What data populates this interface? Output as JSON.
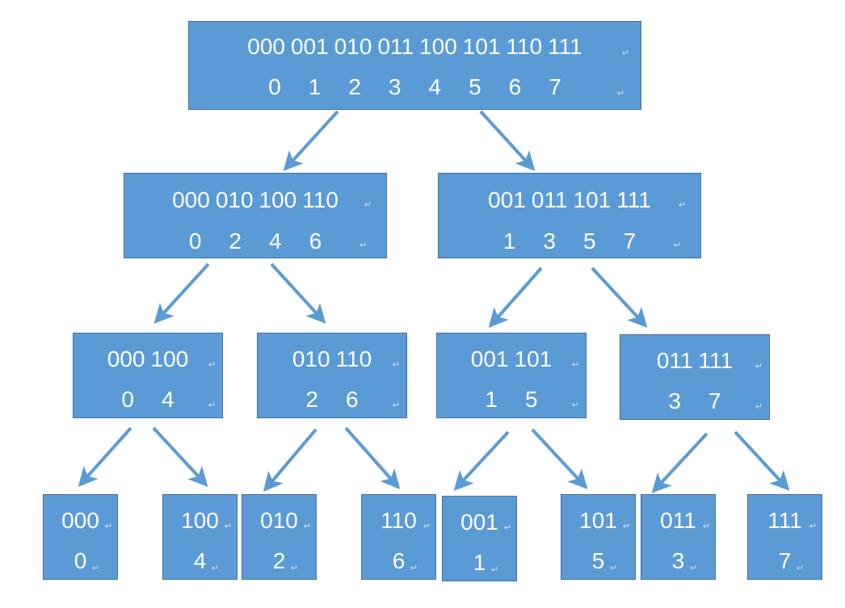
{
  "tree": {
    "root": {
      "codes": [
        "000",
        "001",
        "010",
        "011",
        "100",
        "101",
        "110",
        "111"
      ],
      "values": [
        "0",
        "1",
        "2",
        "3",
        "4",
        "5",
        "6",
        "7"
      ]
    },
    "level1": [
      {
        "codes": [
          "000",
          "010",
          "100",
          "110"
        ],
        "values": [
          "0",
          "2",
          "4",
          "6"
        ]
      },
      {
        "codes": [
          "001",
          "011",
          "101",
          "111"
        ],
        "values": [
          "1",
          "3",
          "5",
          "7"
        ]
      }
    ],
    "level2": [
      {
        "codes": [
          "000",
          "100"
        ],
        "values": [
          "0",
          "4"
        ]
      },
      {
        "codes": [
          "010",
          "110"
        ],
        "values": [
          "2",
          "6"
        ]
      },
      {
        "codes": [
          "001",
          "101"
        ],
        "values": [
          "1",
          "5"
        ]
      },
      {
        "codes": [
          "011",
          "111"
        ],
        "values": [
          "3",
          "7"
        ]
      }
    ],
    "leaves": [
      {
        "code": "000",
        "value": "0"
      },
      {
        "code": "100",
        "value": "4"
      },
      {
        "code": "010",
        "value": "2"
      },
      {
        "code": "110",
        "value": "6"
      },
      {
        "code": "001",
        "value": "1"
      },
      {
        "code": "101",
        "value": "5"
      },
      {
        "code": "011",
        "value": "3"
      },
      {
        "code": "111",
        "value": "7"
      }
    ]
  },
  "colors": {
    "box_fill": "#5b9bd5",
    "box_border": "#41719c",
    "arrow": "#5b9bd5",
    "text": "#ffffff"
  },
  "paragraph_mark": "↵"
}
